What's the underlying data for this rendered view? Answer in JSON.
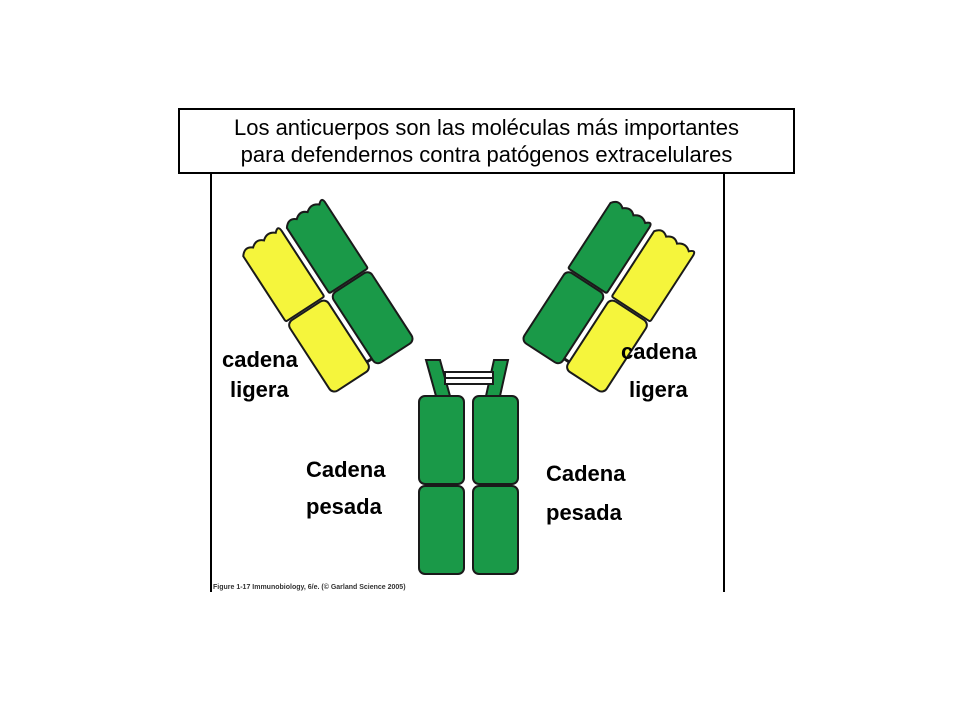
{
  "title": {
    "line1": "Los anticuerpos son las moléculas más importantes",
    "line2": "para defendernos contra patógenos extracelulares"
  },
  "labels": {
    "light_left_1": "cadena",
    "light_left_2": "ligera",
    "light_right_1": "cadena",
    "light_right_2": "ligera",
    "heavy_left_1": "Cadena",
    "heavy_left_2": "pesada",
    "heavy_right_1": "Cadena",
    "heavy_right_2": "pesada"
  },
  "caption": "Figure 1-17  Immunobiology, 6/e. (© Garland Science 2005)",
  "colors": {
    "heavy_chain": "#1a9948",
    "light_chain": "#f5f53c",
    "outline": "#1a1a1a",
    "frame": "#000000"
  }
}
